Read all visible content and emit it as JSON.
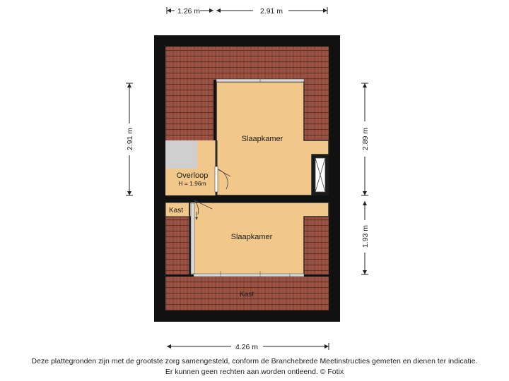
{
  "dimensions": {
    "top_left": "1.26 m",
    "top_right": "2.91 m",
    "left": "2.91 m",
    "right_top": "2.89 m",
    "right_bottom": "1.93 m",
    "bottom": "4.26 m"
  },
  "rooms": {
    "slaapkamer_top": "Slaapkamer",
    "overloop": "Overloop",
    "overloop_height": "H = 1.96m",
    "kast_left": "Kast",
    "slaapkamer_bottom": "Slaapkamer",
    "kast_bottom": "Kast"
  },
  "disclaimer": {
    "line1": "Deze plattegronden zijn met de grootste zorg samengesteld, conform de Branchebrede Meetinstructies gemeten en dienen ter indicatie.",
    "line2": "Er kunnen geen rechten aan worden ontleend. © Fotix"
  },
  "colors": {
    "wall": "#111111",
    "roof": "#8f4a3c",
    "floor": "#f1c88a",
    "stair": "#cfcfcf"
  }
}
